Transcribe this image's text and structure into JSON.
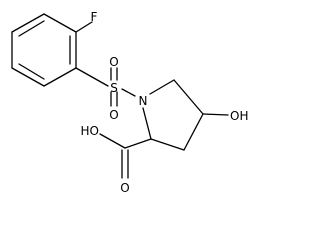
{
  "molecule": {
    "atoms": {
      "fluorine": "F",
      "sulfur": "S",
      "sulfonyl_oxygen_top": "O",
      "sulfonyl_oxygen_bottom": "O",
      "nitrogen": "N",
      "hydroxyl": "OH",
      "carboxyl_hydroxyl": "HO",
      "carbonyl_oxygen": "O"
    },
    "colors": {
      "bond": "#000000",
      "background": "#ffffff"
    }
  }
}
